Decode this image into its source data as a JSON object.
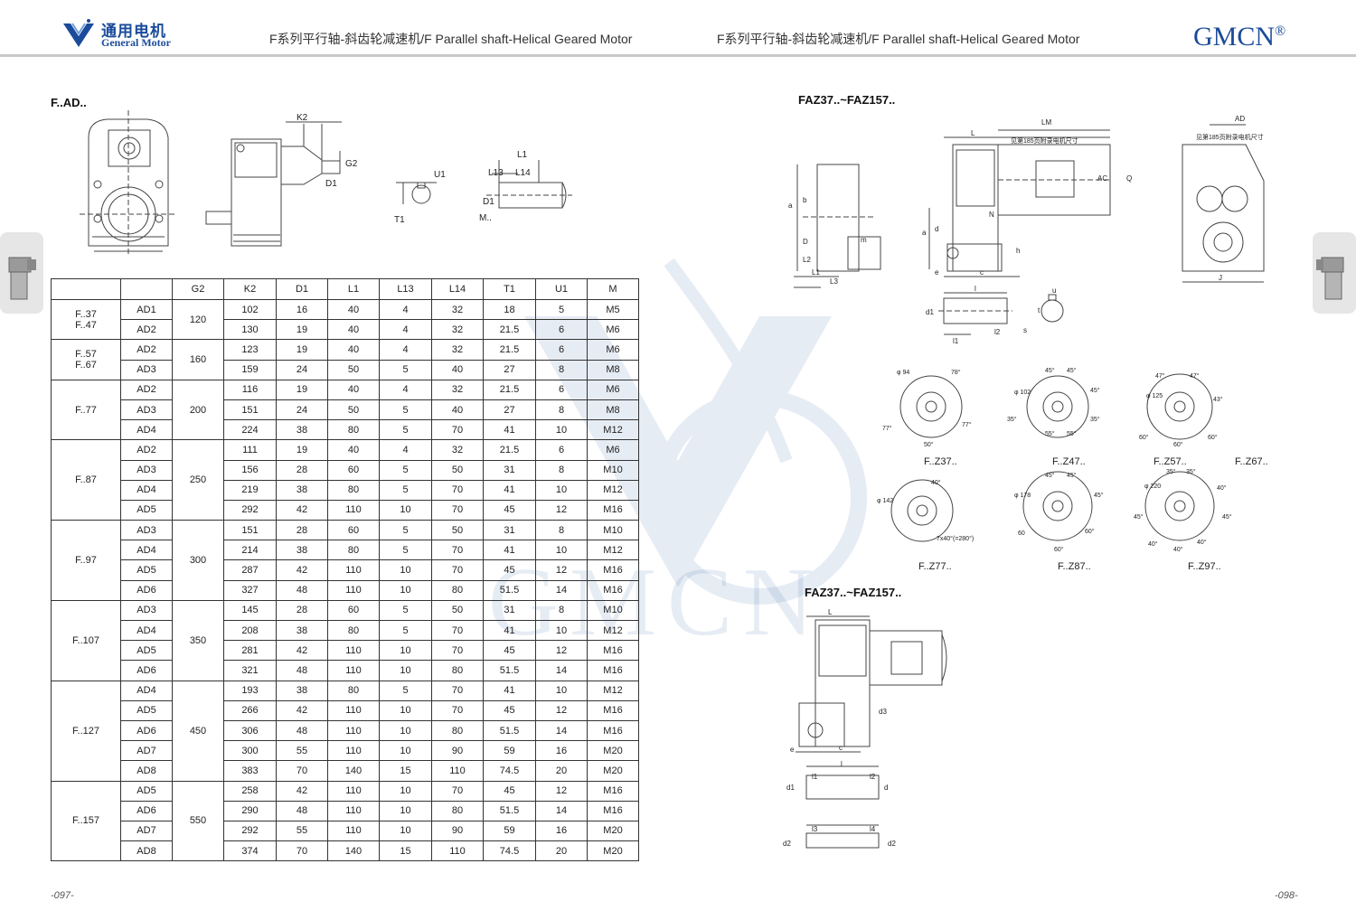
{
  "header": {
    "logo_cn": "通用电机",
    "logo_en": "General Motor",
    "title_left": "F系列平行轴-斜齿轮减速机/F Parallel shaft-Helical Geared Motor",
    "title_right": "F系列平行轴-斜齿轮减速机/F Parallel shaft-Helical Geared Motor",
    "brand": "GMCN",
    "brand_mark": "®"
  },
  "watermark": "GMCN",
  "left": {
    "section_title": "F..AD..",
    "drawing_labels": {
      "k2": "K2",
      "g2": "G2",
      "d1": "D1",
      "u1": "U1",
      "t1": "T1",
      "l1": "L1",
      "l13": "L13",
      "l14": "L14",
      "m": "M.."
    },
    "table": {
      "headers": [
        "G2",
        "K2",
        "D1",
        "L1",
        "L13",
        "L14",
        "T1",
        "U1",
        "M"
      ],
      "groups": [
        {
          "model": [
            "F..37",
            "F..47"
          ],
          "g2": "120",
          "rows": [
            [
              "AD1",
              "102",
              "16",
              "40",
              "4",
              "32",
              "18",
              "5",
              "M5"
            ],
            [
              "AD2",
              "130",
              "19",
              "40",
              "4",
              "32",
              "21.5",
              "6",
              "M6"
            ]
          ]
        },
        {
          "model": [
            "F..57",
            "F..67"
          ],
          "g2": "160",
          "rows": [
            [
              "AD2",
              "123",
              "19",
              "40",
              "4",
              "32",
              "21.5",
              "6",
              "M6"
            ],
            [
              "AD3",
              "159",
              "24",
              "50",
              "5",
              "40",
              "27",
              "8",
              "M8"
            ]
          ]
        },
        {
          "model": [
            "F..77"
          ],
          "g2": "200",
          "rows": [
            [
              "AD2",
              "116",
              "19",
              "40",
              "4",
              "32",
              "21.5",
              "6",
              "M6"
            ],
            [
              "AD3",
              "151",
              "24",
              "50",
              "5",
              "40",
              "27",
              "8",
              "M8"
            ],
            [
              "AD4",
              "224",
              "38",
              "80",
              "5",
              "70",
              "41",
              "10",
              "M12"
            ]
          ]
        },
        {
          "model": [
            "F..87"
          ],
          "g2": "250",
          "rows": [
            [
              "AD2",
              "111",
              "19",
              "40",
              "4",
              "32",
              "21.5",
              "6",
              "M6"
            ],
            [
              "AD3",
              "156",
              "28",
              "60",
              "5",
              "50",
              "31",
              "8",
              "M10"
            ],
            [
              "AD4",
              "219",
              "38",
              "80",
              "5",
              "70",
              "41",
              "10",
              "M12"
            ],
            [
              "AD5",
              "292",
              "42",
              "110",
              "10",
              "70",
              "45",
              "12",
              "M16"
            ]
          ]
        },
        {
          "model": [
            "F..97"
          ],
          "g2": "300",
          "rows": [
            [
              "AD3",
              "151",
              "28",
              "60",
              "5",
              "50",
              "31",
              "8",
              "M10"
            ],
            [
              "AD4",
              "214",
              "38",
              "80",
              "5",
              "70",
              "41",
              "10",
              "M12"
            ],
            [
              "AD5",
              "287",
              "42",
              "110",
              "10",
              "70",
              "45",
              "12",
              "M16"
            ],
            [
              "AD6",
              "327",
              "48",
              "110",
              "10",
              "80",
              "51.5",
              "14",
              "M16"
            ]
          ]
        },
        {
          "model": [
            "F..107"
          ],
          "g2": "350",
          "rows": [
            [
              "AD3",
              "145",
              "28",
              "60",
              "5",
              "50",
              "31",
              "8",
              "M10"
            ],
            [
              "AD4",
              "208",
              "38",
              "80",
              "5",
              "70",
              "41",
              "10",
              "M12"
            ],
            [
              "AD5",
              "281",
              "42",
              "110",
              "10",
              "70",
              "45",
              "12",
              "M16"
            ],
            [
              "AD6",
              "321",
              "48",
              "110",
              "10",
              "80",
              "51.5",
              "14",
              "M16"
            ]
          ]
        },
        {
          "model": [
            "F..127"
          ],
          "g2": "450",
          "rows": [
            [
              "AD4",
              "193",
              "38",
              "80",
              "5",
              "70",
              "41",
              "10",
              "M12"
            ],
            [
              "AD5",
              "266",
              "42",
              "110",
              "10",
              "70",
              "45",
              "12",
              "M16"
            ],
            [
              "AD6",
              "306",
              "48",
              "110",
              "10",
              "80",
              "51.5",
              "14",
              "M16"
            ],
            [
              "AD7",
              "300",
              "55",
              "110",
              "10",
              "90",
              "59",
              "16",
              "M20"
            ],
            [
              "AD8",
              "383",
              "70",
              "140",
              "15",
              "110",
              "74.5",
              "20",
              "M20"
            ]
          ]
        },
        {
          "model": [
            "F..157"
          ],
          "g2": "550",
          "rows": [
            [
              "AD5",
              "258",
              "42",
              "110",
              "10",
              "70",
              "45",
              "12",
              "M16"
            ],
            [
              "AD6",
              "290",
              "48",
              "110",
              "10",
              "80",
              "51.5",
              "14",
              "M16"
            ],
            [
              "AD7",
              "292",
              "55",
              "110",
              "10",
              "90",
              "59",
              "16",
              "M20"
            ],
            [
              "AD8",
              "374",
              "70",
              "140",
              "15",
              "110",
              "74.5",
              "20",
              "M20"
            ]
          ]
        }
      ]
    },
    "page_number": "-097-"
  },
  "right": {
    "section_title_1": "FAZ37..~FAZ157..",
    "section_title_2": "FAZ37..~FAZ157..",
    "motor_note": "见第185页附录电机尺寸",
    "labels": {
      "L": "L",
      "LM": "LM",
      "AD": "AD",
      "AC": "AC",
      "Q": "Q",
      "J": "J",
      "a": "a",
      "b": "b",
      "D": "D",
      "m": "m",
      "L2": "L2",
      "L3": "L3",
      "L1": "L1",
      "d": "d",
      "N": "N",
      "h": "h",
      "e": "e",
      "c": "c",
      "l": "l",
      "d1": "d1",
      "l1": "l1",
      "l2": "l2",
      "s": "s",
      "t": "t",
      "u": "u",
      "d2": "d2",
      "d3": "d3",
      "l3": "l3",
      "l4": "l4"
    },
    "flanges": [
      {
        "name": "F..Z37..",
        "dia": "φ 94",
        "angles": [
          "78°",
          "77°",
          "77°",
          "50°"
        ]
      },
      {
        "name": "F..Z47..",
        "dia": "φ 102",
        "angles": [
          "45°",
          "45°",
          "45°",
          "35°",
          "55°",
          "55°",
          "35°"
        ]
      },
      {
        "name": "F..Z57..",
        "dia": "φ 125",
        "angles": [
          "47°",
          "47°",
          "43°",
          "60°",
          "60°",
          "60°"
        ]
      },
      {
        "name": "F..Z67..",
        "dia": "",
        "angles": []
      },
      {
        "name": "F..Z77..",
        "dia": "φ 142",
        "angles": [
          "40°",
          "7x40°(=280°)"
        ]
      },
      {
        "name": "F..Z87..",
        "dia": "φ 178",
        "angles": [
          "45°",
          "45°",
          "45°",
          "60",
          "60°",
          "60°"
        ]
      },
      {
        "name": "F..Z97..",
        "dia": "φ 220",
        "angles": [
          "35°",
          "35°",
          "40°",
          "45°",
          "45°",
          "40°",
          "40°",
          "40°"
        ]
      }
    ],
    "page_number": "-098-"
  }
}
